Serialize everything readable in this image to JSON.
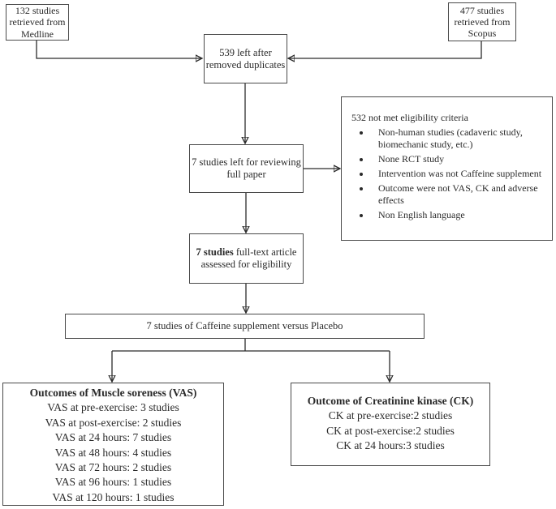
{
  "diagram": {
    "boxes": {
      "medline": {
        "text": "132 studies\nretrieved from\nMedline"
      },
      "scopus": {
        "text": "477 studies\nretrieved from\nScopus"
      },
      "duplicates": {
        "text": "539 left after\nremoved duplicates"
      },
      "review": {
        "text": "7 studies left for reviewing\nfull paper"
      },
      "eligibility": {
        "title": "532 not met eligibility criteria",
        "bullets": [
          "Non-human studies (cadaveric study, biomechanic study, etc.)",
          "None RCT study",
          "Intervention was not Caffeine supplement",
          "Outcome were not VAS, CK and adverse effects",
          "Non English language"
        ]
      },
      "fulltext": {
        "bold": "7 studies",
        "rest": " full-text article\nassessed for eligibility"
      },
      "comparison": {
        "text": "7 studies of Caffeine supplement versus Placebo"
      },
      "vas": {
        "title": "Outcomes of Muscle soreness (VAS)",
        "lines": [
          "VAS at pre-exercise: 3 studies",
          "VAS at post-exercise: 2 studies",
          "VAS at 24 hours: 7 studies",
          "VAS at 48 hours: 4 studies",
          "VAS at 72 hours: 2 studies",
          "VAS at 96 hours: 1 studies",
          "VAS at 120 hours: 1 studies"
        ]
      },
      "ck": {
        "title": "Outcome of Creatinine kinase (CK)",
        "lines": [
          "CK at pre-exercise:2 studies",
          "CK at post-exercise:2 studies",
          "CK at 24 hours:3 studies"
        ]
      }
    },
    "colors": {
      "ink": "#2a2a2a",
      "border": "#4a4a4a",
      "background": "#ffffff"
    }
  }
}
